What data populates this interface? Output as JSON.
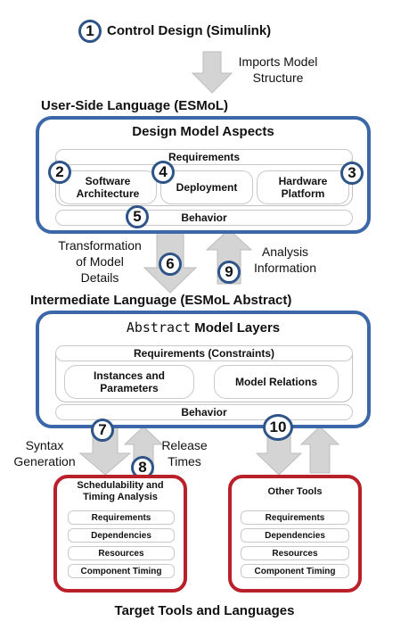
{
  "top": {
    "control_design": "Control Design (Simulink)",
    "imports_line1": "Imports Model",
    "imports_line2": "Structure"
  },
  "esmol": {
    "title": "User-Side Language (ESMoL)",
    "panel_title": "Design Model Aspects",
    "requirements": "Requirements",
    "software_line1": "Software",
    "software_line2": "Architecture",
    "deployment": "Deployment",
    "hardware_line1": "Hardware",
    "hardware_line2": "Platform",
    "behavior": "Behavior"
  },
  "middle_arrows": {
    "transform_line1": "Transformation",
    "transform_line2": "of Model",
    "transform_line3": "Details",
    "analysis_line1": "Analysis",
    "analysis_line2": "Information"
  },
  "abstract": {
    "title": "Intermediate Language (ESMoL Abstract)",
    "panel_title_a": "Abstract",
    "panel_title_b": "Model Layers",
    "requirements": "Requirements (Constraints)",
    "instances_line1": "Instances and",
    "instances_line2": "Parameters",
    "relations": "Model Relations",
    "behavior": "Behavior"
  },
  "bottom_arrows": {
    "syntax_line1": "Syntax",
    "syntax_line2": "Generation",
    "release_line1": "Release",
    "release_line2": "Times"
  },
  "sched": {
    "title_line1": "Schedulability and",
    "title_line2": "Timing Analysis",
    "items": [
      "Requirements",
      "Dependencies",
      "Resources",
      "Component Timing"
    ]
  },
  "other": {
    "title": "Other Tools",
    "items": [
      "Requirements",
      "Dependencies",
      "Resources",
      "Component Timing"
    ]
  },
  "footer": "Target Tools and Languages",
  "badges": {
    "b1": "1",
    "b2": "2",
    "b3": "3",
    "b4": "4",
    "b5": "5",
    "b6": "6",
    "b7": "7",
    "b8": "8",
    "b9": "9",
    "b10": "10"
  },
  "colors": {
    "blue_border": "#3c67a8",
    "red_border": "#b9202a",
    "arrow_fill": "#d4d4d4",
    "badge_border": "#2f5488"
  }
}
